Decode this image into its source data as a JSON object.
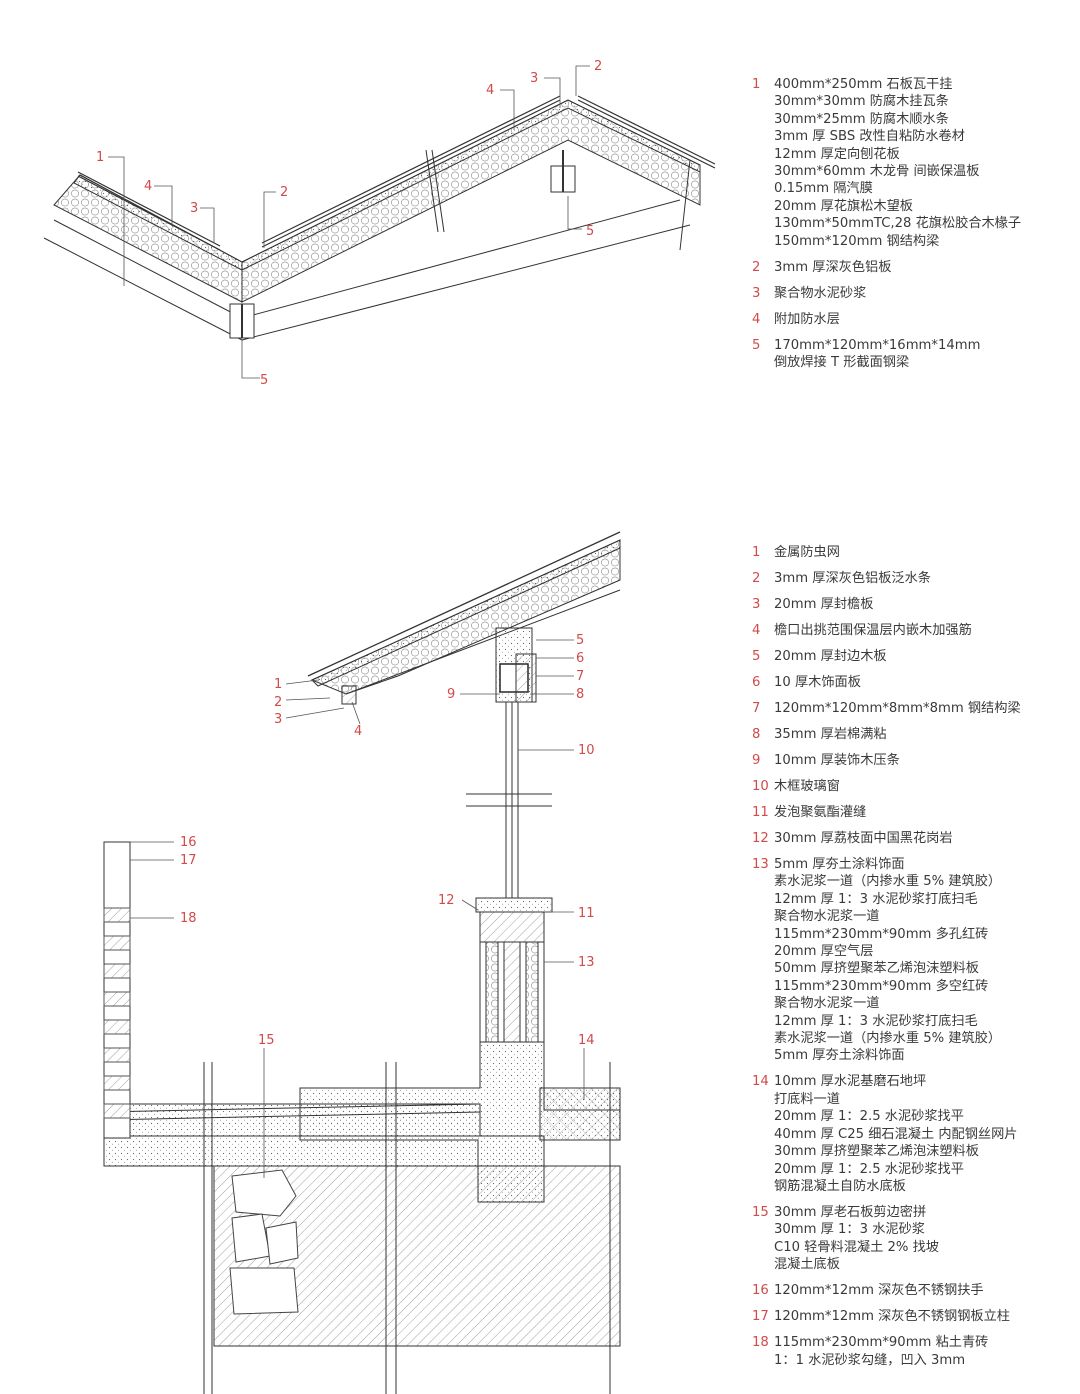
{
  "colors": {
    "accent": "#d24a4a",
    "text": "#3a3a3a",
    "line": "#333333"
  },
  "roof_detail": {
    "callouts": [
      "1",
      "4",
      "3",
      "2",
      "5",
      "4",
      "3",
      "2",
      "5"
    ],
    "legend": [
      {
        "num": "1",
        "lines": [
          "400mm*250mm 石板瓦干挂",
          "30mm*30mm 防腐木挂瓦条",
          "30mm*25mm 防腐木顺水条",
          "3mm 厚 SBS 改性自粘防水卷材",
          "12mm 厚定向刨花板",
          "30mm*60mm 木龙骨 间嵌保温板",
          "0.15mm 隔汽膜",
          "20mm 厚花旗松木望板",
          "130mm*50mmTC,28 花旗松胶合木椽子",
          "150mm*120mm 钢结构梁"
        ]
      },
      {
        "num": "2",
        "lines": [
          "3mm 厚深灰色铝板"
        ]
      },
      {
        "num": "3",
        "lines": [
          "聚合物水泥砂浆"
        ]
      },
      {
        "num": "4",
        "lines": [
          "附加防水层"
        ]
      },
      {
        "num": "5",
        "lines": [
          "170mm*120mm*16mm*14mm",
          "倒放焊接 T 形截面钢梁"
        ]
      }
    ]
  },
  "wall_section": {
    "callouts": [
      "1",
      "2",
      "3",
      "4",
      "5",
      "6",
      "7",
      "8",
      "9",
      "10",
      "12",
      "11",
      "13",
      "16",
      "17",
      "18",
      "15",
      "14"
    ],
    "legend": [
      {
        "num": "1",
        "lines": [
          "金属防虫网"
        ]
      },
      {
        "num": "2",
        "lines": [
          "3mm 厚深灰色铝板泛水条"
        ]
      },
      {
        "num": "3",
        "lines": [
          "20mm 厚封檐板"
        ]
      },
      {
        "num": "4",
        "lines": [
          "檐口出挑范围保温层内嵌木加强筋"
        ]
      },
      {
        "num": "5",
        "lines": [
          "20mm 厚封边木板"
        ]
      },
      {
        "num": "6",
        "lines": [
          "10 厚木饰面板"
        ]
      },
      {
        "num": "7",
        "lines": [
          "120mm*120mm*8mm*8mm 钢结构梁"
        ]
      },
      {
        "num": "8",
        "lines": [
          "35mm 厚岩棉满粘"
        ]
      },
      {
        "num": "9",
        "lines": [
          "10mm 厚装饰木压条"
        ]
      },
      {
        "num": "10",
        "lines": [
          "木框玻璃窗"
        ]
      },
      {
        "num": "11",
        "lines": [
          "发泡聚氨酯灌缝"
        ]
      },
      {
        "num": "12",
        "lines": [
          "30mm 厚荔枝面中国黑花岗岩"
        ]
      },
      {
        "num": "13",
        "lines": [
          "5mm 厚夯土涂料饰面",
          "素水泥浆一道（内掺水重 5% 建筑胶）",
          "12mm 厚 1：3 水泥砂浆打底扫毛",
          "聚合物水泥浆一道",
          "115mm*230mm*90mm 多孔红砖",
          "20mm 厚空气层",
          "50mm 厚挤塑聚苯乙烯泡沫塑料板",
          "115mm*230mm*90mm 多空红砖",
          "聚合物水泥浆一道",
          "12mm 厚 1：3 水泥砂浆打底扫毛",
          "素水泥浆一道（内掺水重 5% 建筑胶）",
          "5mm 厚夯土涂料饰面"
        ]
      },
      {
        "num": "14",
        "lines": [
          "10mm 厚水泥基磨石地坪",
          "打底料一道",
          "20mm 厚 1：2.5 水泥砂浆找平",
          "40mm 厚 C25 细石混凝土 内配钢丝网片",
          "30mm 厚挤塑聚苯乙烯泡沫塑料板",
          "20mm 厚 1：2.5 水泥砂浆找平",
          "钢筋混凝土自防水底板"
        ]
      },
      {
        "num": "15",
        "lines": [
          "30mm 厚老石板剪边密拼",
          "30mm 厚 1：3 水泥砂浆",
          "C10 轻骨料混凝土 2% 找坡",
          "混凝土底板"
        ]
      },
      {
        "num": "16",
        "lines": [
          "120mm*12mm 深灰色不锈钢扶手"
        ]
      },
      {
        "num": "17",
        "lines": [
          "120mm*12mm 深灰色不锈钢钢板立柱"
        ]
      },
      {
        "num": "18",
        "lines": [
          "115mm*230mm*90mm 粘土青砖",
          "1：1 水泥砂浆勾缝，凹入 3mm"
        ]
      }
    ]
  }
}
